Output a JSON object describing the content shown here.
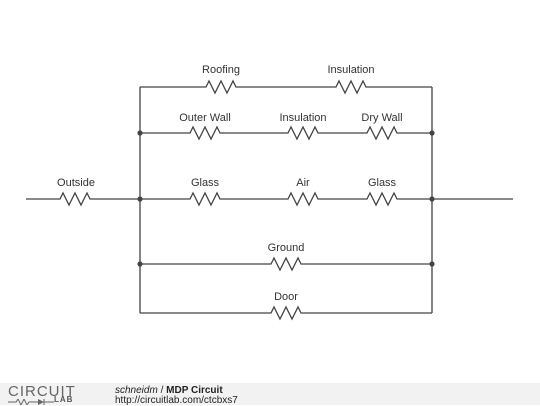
{
  "diagram": {
    "labels": {
      "outside": "Outside",
      "roofing": "Roofing",
      "insulation_top": "Insulation",
      "outer_wall": "Outer Wall",
      "insulation_mid": "Insulation",
      "dry_wall": "Dry Wall",
      "glass_left": "Glass",
      "air": "Air",
      "glass_right": "Glass",
      "ground": "Ground",
      "door": "Door"
    }
  },
  "footer": {
    "logo_top": "CIRCUIT",
    "logo_bottom": "LAB",
    "author": "schneidm",
    "separator": "/",
    "title": "MDP Circuit",
    "url": "http://circuitlab.com/ctcbxs7"
  },
  "colors": {
    "wire": "#444444",
    "text": "#333333",
    "footer_bg": "#f2f2f2"
  }
}
